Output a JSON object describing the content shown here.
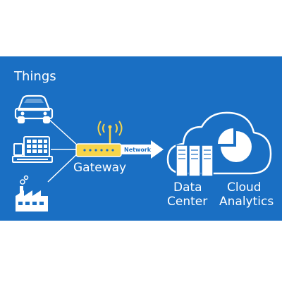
{
  "labels": {
    "things": "Things",
    "gateway": "Gateway",
    "network": "Network",
    "data_center_line1": "Data",
    "data_center_line2": "Center",
    "cloud_analytics_line1": "Cloud",
    "cloud_analytics_line2": "Analytics"
  },
  "icons": {
    "things": [
      "car-icon",
      "point-of-sale-terminal-icon",
      "factory-icon"
    ],
    "gateway": "wifi-router-icon",
    "data_center": "server-rack-icon",
    "analytics": "pie-chart-icon",
    "cloud": "cloud-icon"
  },
  "colors": {
    "background": "#1a6fc3",
    "foreground": "#ffffff",
    "router": "#f6d54a",
    "signal": "#f6d54a"
  }
}
